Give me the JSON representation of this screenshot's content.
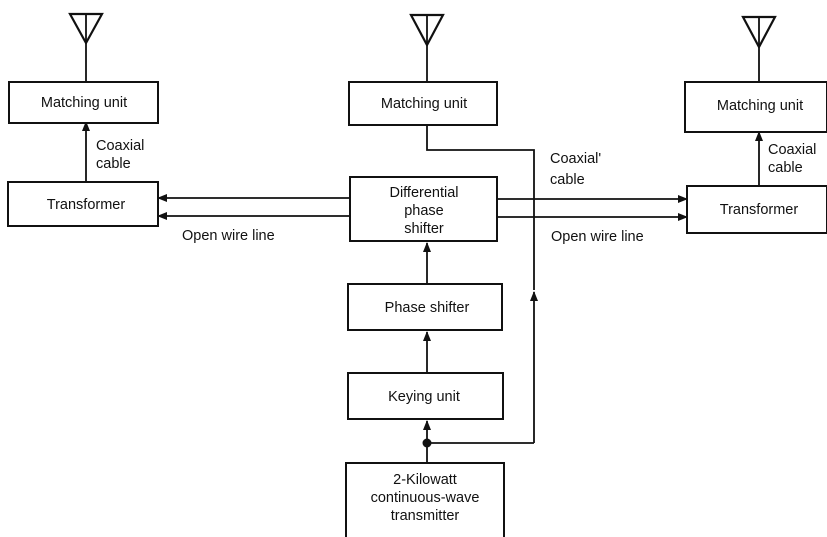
{
  "blocks": {
    "left_matching": "Matching unit",
    "center_matching": "Matching unit",
    "right_matching": "Matching unit",
    "left_transformer": "Transformer",
    "right_transformer": "Transformer",
    "differential": [
      "Differential",
      "phase",
      "shifter"
    ],
    "phase_shifter": "Phase shifter",
    "keying": "Keying unit",
    "transmitter": [
      "2-Kilowatt",
      "continuous-wave",
      "transmitter"
    ]
  },
  "labels": {
    "left_coax": [
      "Coaxial",
      "cable"
    ],
    "center_coax": [
      "Coaxial'",
      "cable"
    ],
    "right_coax": [
      "Coaxial",
      "cable"
    ],
    "left_open_wire": "Open wire line",
    "right_open_wire": "Open wire line"
  },
  "icons": [
    "antenna-icon",
    "junction-dot"
  ]
}
